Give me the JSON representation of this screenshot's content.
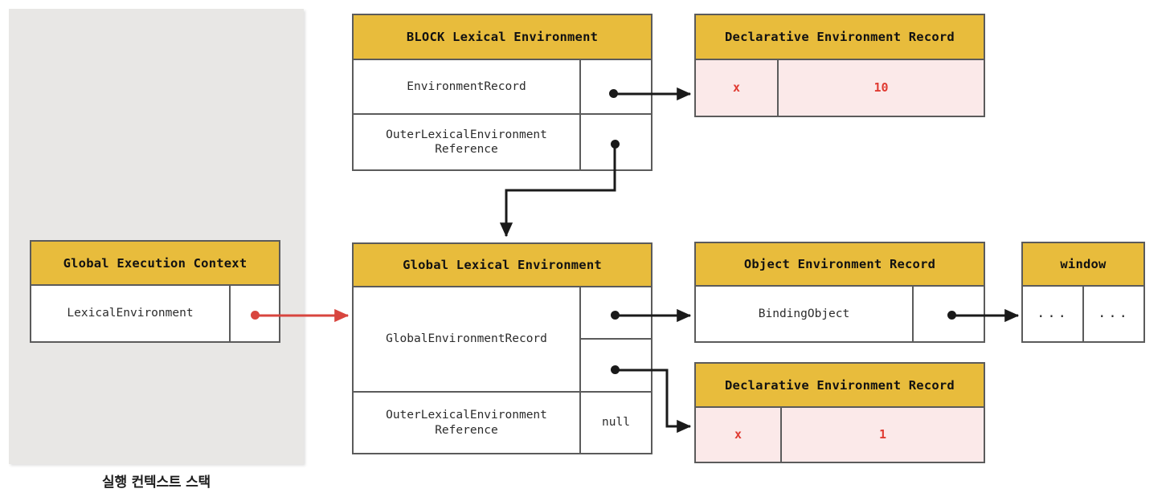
{
  "diagram": {
    "title": "JavaScript Lexical Environment diagram",
    "caption": "실행 컨텍스트 스택",
    "colors": {
      "header_yellow": "#e8bc3c",
      "panel_gray": "#e8e7e5",
      "record_pink": "#fbe9e9",
      "value_red": "#e03b32",
      "arrow_black": "#1a1a1a",
      "arrow_red": "#d8453e",
      "border_gray": "#5b5b5b"
    }
  },
  "boxes": {
    "global_execution_context": {
      "header": "Global Execution Context",
      "rows": [
        {
          "label": "LexicalEnvironment",
          "value": ""
        }
      ]
    },
    "block_lexical_environment": {
      "header": "BLOCK Lexical Environment",
      "rows": [
        {
          "label": "EnvironmentRecord",
          "value": ""
        },
        {
          "label": "OuterLexicalEnvironment\nReference",
          "value": ""
        }
      ]
    },
    "declarative_environment_record_block": {
      "header": "Declarative Environment Record",
      "rows": [
        {
          "name": "x",
          "value": "10"
        }
      ]
    },
    "global_lexical_environment": {
      "header": "Global Lexical Environment",
      "rows": [
        {
          "label": "GlobalEnvironmentRecord",
          "value": ""
        },
        {
          "label": "OuterLexicalEnvironment\nReference",
          "value": "null"
        }
      ]
    },
    "object_environment_record": {
      "header": "Object Environment Record",
      "rows": [
        {
          "label": "BindingObject",
          "value": ""
        }
      ]
    },
    "window": {
      "header": "window",
      "rows": [
        {
          "left": "...",
          "right": "..."
        }
      ]
    },
    "declarative_environment_record_global": {
      "header": "Declarative Environment Record",
      "rows": [
        {
          "name": "x",
          "value": "1"
        }
      ]
    }
  }
}
